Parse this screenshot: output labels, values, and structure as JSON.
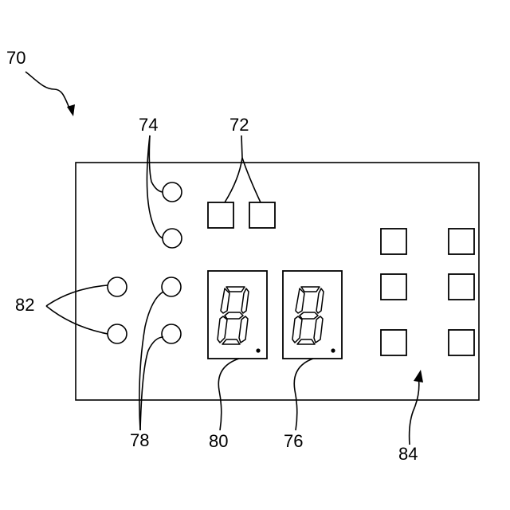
{
  "labels": {
    "device": "70",
    "upper_leds": "74",
    "upper_squares": "72",
    "left_leds": "82",
    "lower_leds": "78",
    "display_left": "80",
    "display_right": "76",
    "button_grid": "84"
  },
  "colors": {
    "line": "#000000",
    "background": "#ffffff"
  }
}
